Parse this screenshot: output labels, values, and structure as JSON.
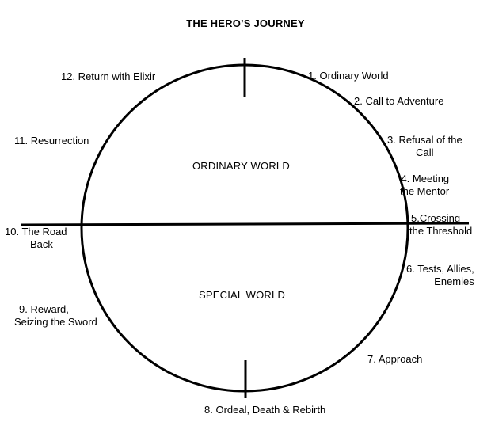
{
  "title": "THE HERO’S JOURNEY",
  "regions": {
    "upper": "ORDINARY WORLD",
    "lower": "SPECIAL WORLD"
  },
  "stages": [
    {
      "line1": "1.  Ordinary World",
      "line2": ""
    },
    {
      "line1": "2. Call to Adventure",
      "line2": ""
    },
    {
      "line1": "3. Refusal of the",
      "line2": "Call"
    },
    {
      "line1": "4. Meeting",
      "line2": "the Mentor"
    },
    {
      "line1": "5.Crossing",
      "line2": "the Threshold"
    },
    {
      "line1": "6. Tests, Allies,",
      "line2": "Enemies"
    },
    {
      "line1": "7. Approach",
      "line2": ""
    },
    {
      "line1": "8. Ordeal, Death & Rebirth",
      "line2": ""
    },
    {
      "line1": "9. Reward,",
      "line2": "Seizing the Sword"
    },
    {
      "line1": "10. The Road",
      "line2": "Back"
    },
    {
      "line1": "11. Resurrection",
      "line2": ""
    },
    {
      "line1": "12. Return with Elixir",
      "line2": ""
    }
  ]
}
